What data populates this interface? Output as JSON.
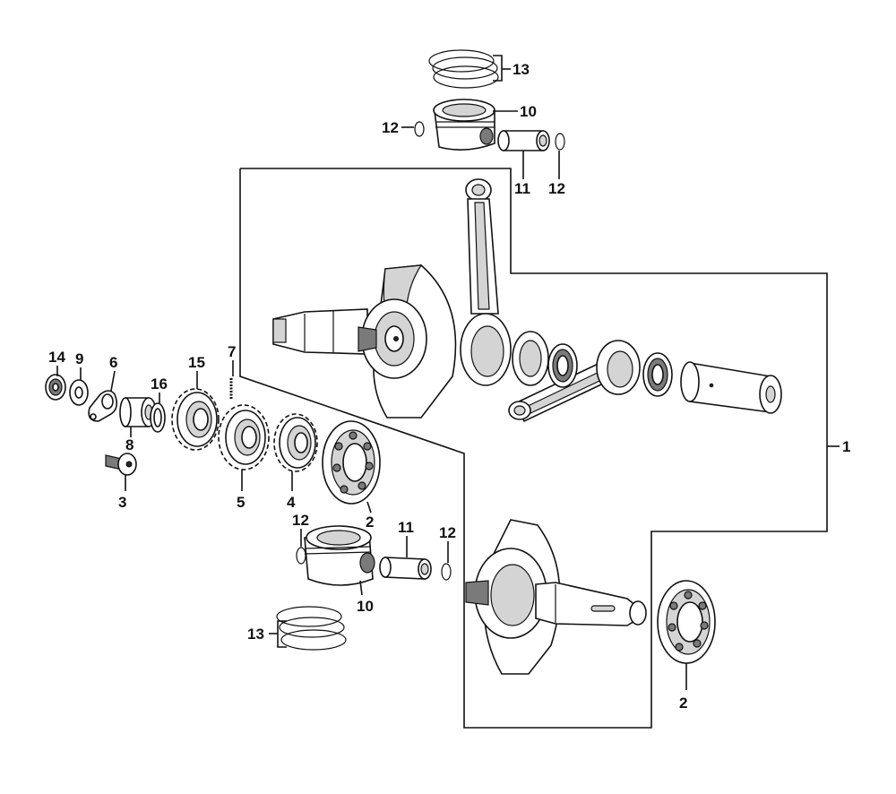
{
  "labels": {
    "l1": "1",
    "l2a": "2",
    "l2b": "2",
    "l3": "3",
    "l4": "4",
    "l5": "5",
    "l6": "6",
    "l7": "7",
    "l8": "8",
    "l9": "9",
    "l10a": "10",
    "l10b": "10",
    "l11a": "11",
    "l11b": "11",
    "l12a": "12",
    "l12b": "12",
    "l12c": "12",
    "l12d": "12",
    "l13a": "13",
    "l13b": "13",
    "l14": "14",
    "l15": "15",
    "l16": "16"
  }
}
